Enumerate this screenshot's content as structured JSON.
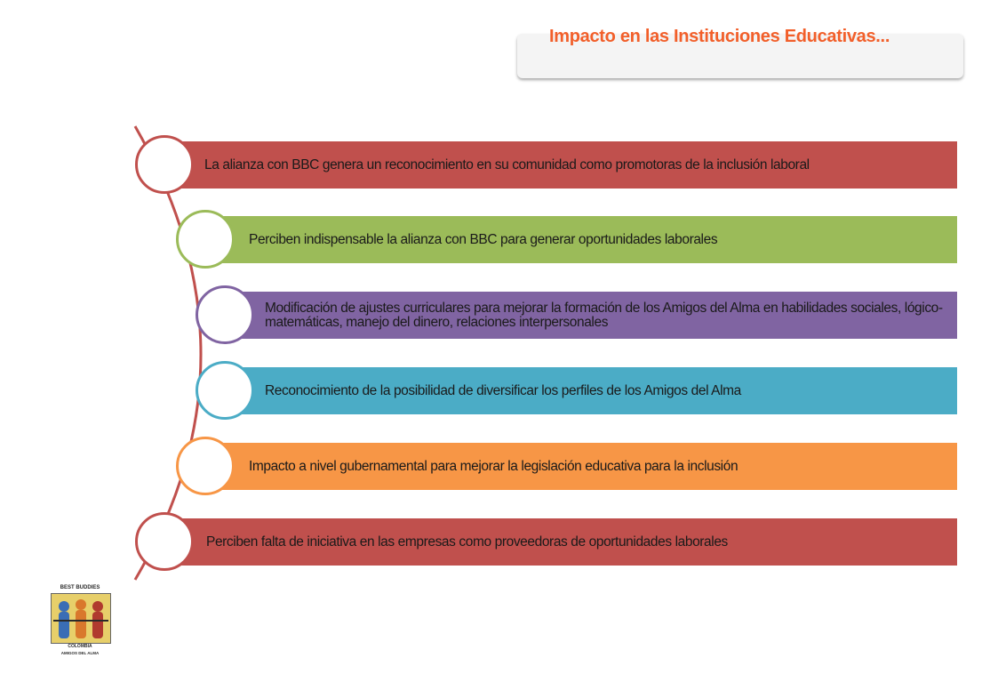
{
  "title": "Impacto  en las Instituciones Educativas...",
  "items": [
    {
      "text": "La alianza con BBC genera un  reconocimiento en su comunidad como promotoras de la inclusión laboral",
      "color": "#c0504d",
      "ring": "#c0504d"
    },
    {
      "text": "Perciben indispensable la alianza con BBC para generar oportunidades laborales",
      "color": "#9bbb59",
      "ring": "#9bbb59"
    },
    {
      "text": "Modificación de ajustes curriculares para mejorar la formación de los Amigos del Alma en habilidades sociales, lógico-matemáticas, manejo del dinero, relaciones interpersonales",
      "color": "#8064a2",
      "ring": "#8064a2"
    },
    {
      "text": "Reconocimiento de la posibilidad de diversificar los perfiles de los Amigos del Alma",
      "color": "#4bacc6",
      "ring": "#4bacc6"
    },
    {
      "text": "Impacto a nivel gubernamental para mejorar la legislación educativa para la inclusión",
      "color": "#f79646",
      "ring": "#f79646"
    },
    {
      "text": "Perciben falta de iniciativa en las empresas como proveedoras de oportunidades laborales",
      "color": "#c0504d",
      "ring": "#c0504d"
    }
  ],
  "logo": {
    "top_text": "BEST BUDDIES",
    "country": "COLOMBIA",
    "tagline": "AMIGOS DEL ALMA"
  }
}
